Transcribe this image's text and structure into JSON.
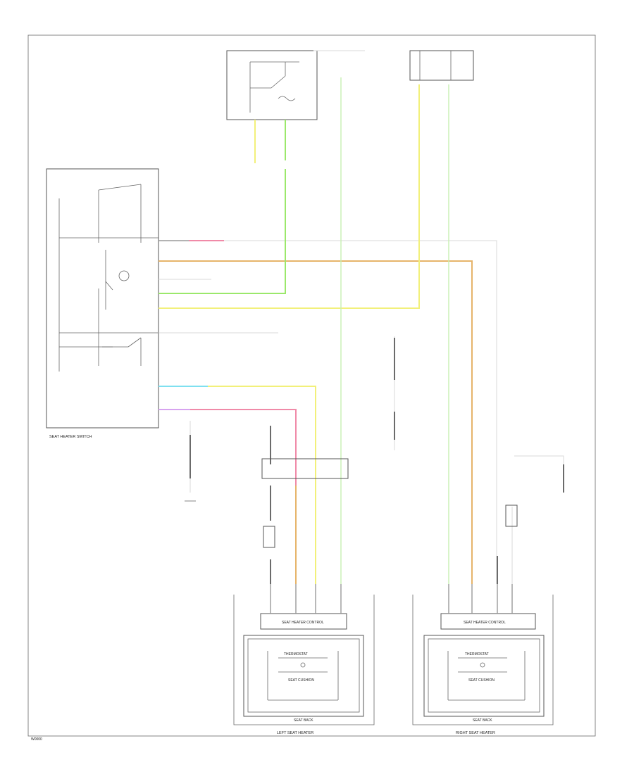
{
  "labels": {
    "seat_heater_switch": "SEAT HEATER SWITCH",
    "left_seat_heater": "LEFT SEAT HEATER",
    "right_seat_heater": "RIGHT SEAT HEATER",
    "seat_heater_control_left": "SEAT HEATER CONTROL",
    "seat_heater_control_right": "SEAT HEATER CONTROL",
    "thermostat_left": "THERMOSTAT",
    "thermostat_right": "THERMOSTAT",
    "seat_cushion_left": "SEAT CUSHION",
    "seat_cushion_right": "SEAT CUSHION",
    "seat_back_left": "SEAT BACK",
    "seat_back_right": "SEAT BACK",
    "figure_id": "W0000"
  }
}
